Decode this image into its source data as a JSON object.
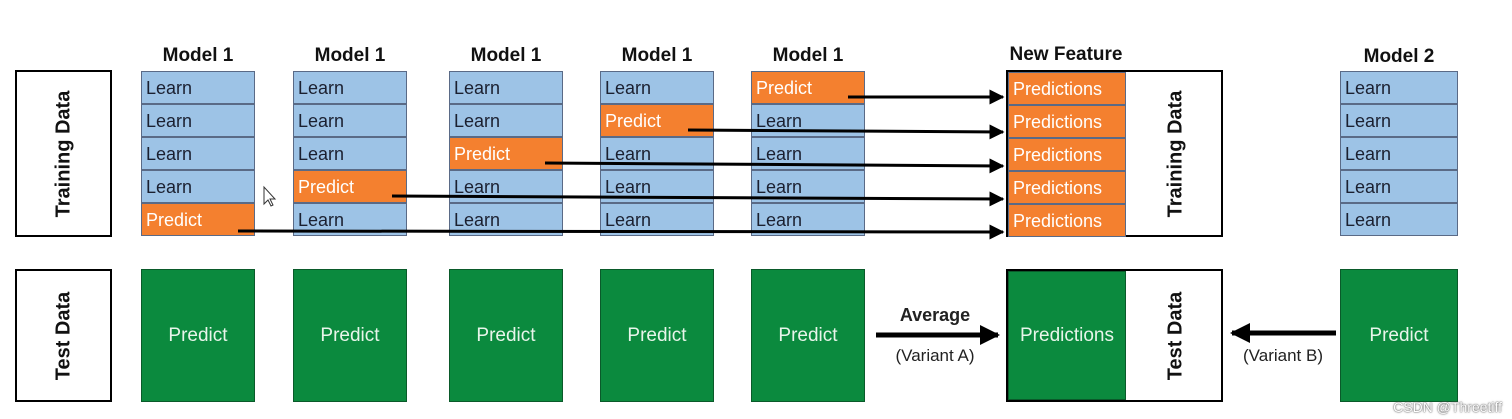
{
  "labels": {
    "training_data": "Training Data",
    "test_data": "Test Data",
    "new_feature": "New Feature",
    "average": "Average",
    "variant_a": "(Variant A)",
    "variant_b": "(Variant B)"
  },
  "model1_columns": [
    {
      "title": "Model 1",
      "cells": [
        "Learn",
        "Learn",
        "Learn",
        "Learn",
        "Predict"
      ],
      "test_label": "Predict"
    },
    {
      "title": "Model 1",
      "cells": [
        "Learn",
        "Learn",
        "Learn",
        "Predict",
        "Learn"
      ],
      "test_label": "Predict"
    },
    {
      "title": "Model 1",
      "cells": [
        "Learn",
        "Learn",
        "Predict",
        "Learn",
        "Learn"
      ],
      "test_label": "Predict"
    },
    {
      "title": "Model 1",
      "cells": [
        "Learn",
        "Predict",
        "Learn",
        "Learn",
        "Learn"
      ],
      "test_label": "Predict"
    },
    {
      "title": "Model 1",
      "cells": [
        "Predict",
        "Learn",
        "Learn",
        "Learn",
        "Learn"
      ],
      "test_label": "Predict"
    }
  ],
  "new_feature_cells": [
    "Predictions",
    "Predictions",
    "Predictions",
    "Predictions",
    "Predictions"
  ],
  "new_feature_test": "Predictions",
  "model2": {
    "title": "Model 2",
    "cells": [
      "Learn",
      "Learn",
      "Learn",
      "Learn",
      "Learn"
    ],
    "test_label": "Predict"
  },
  "watermark": "CSDN @Threetiff",
  "colors": {
    "learn": "#9dc3e6",
    "predict": "#f4802f",
    "test": "#0b8a3e"
  }
}
